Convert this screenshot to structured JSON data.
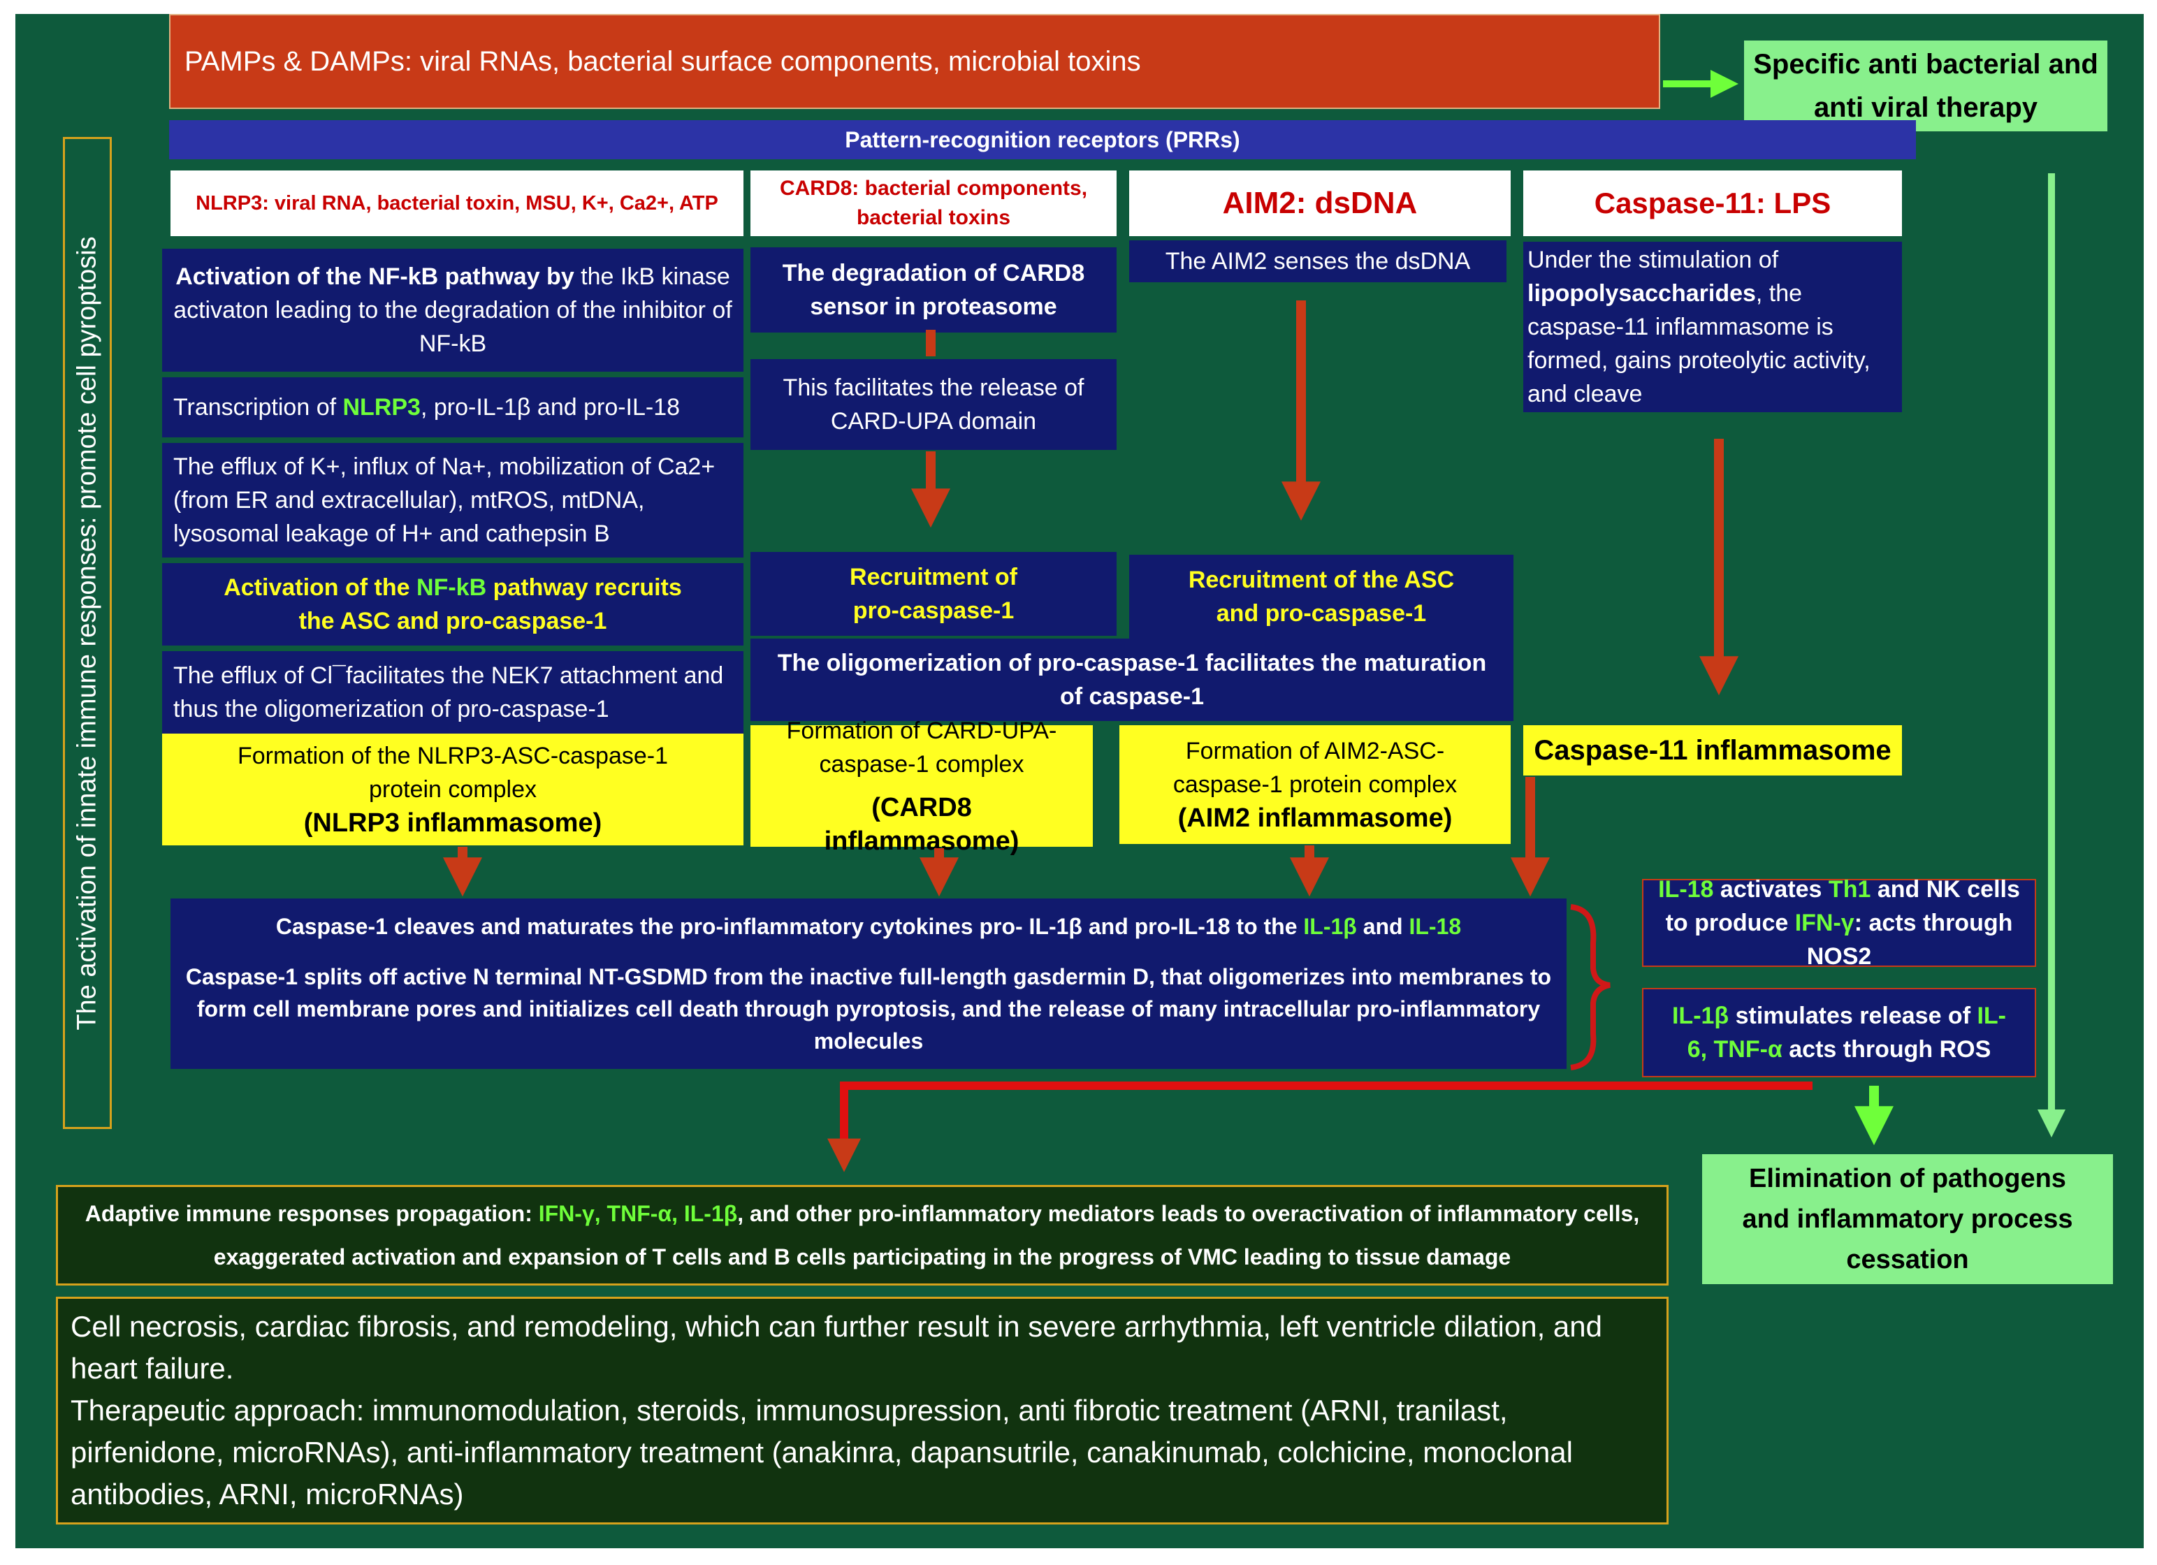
{
  "top_banner": "PAMPs & DAMPs: viral RNAs, bacterial surface components, microbial toxins",
  "therapy_box": {
    "line1": "Specific anti bacterial and",
    "line2": "anti viral therapy"
  },
  "prr_bar": "Pattern-recognition receptors (PRRs)",
  "side_label": "The activation of innate immune responses: promote cell pyroptosis",
  "nlrp3": {
    "header": "NLRP3: viral RNA, bacterial toxin, MSU, K+, Ca2+, ATP",
    "step1_bold": "Activation of the NF-kB pathway by",
    "step1_rest": " the IkB kinase activaton leading to the degradation of the inhibitor of NF-kB",
    "step2_pre": "Transcription of ",
    "step2_green": "NLRP3",
    "step2_post": ", pro-IL-1β and pro-IL-18",
    "step3": "The efflux of K+, influx of Na+, mobilization of Ca2+ (from ER and extracellular), mtROS, mtDNA, lysosomal leakage of H+ and cathepsin B",
    "step4_pre": "Activation of the ",
    "step4_green": "NF-kB",
    "step4_post": " pathway recruits the ASC and pro-caspase-1",
    "step5": "The efflux of Cl¯facilitates the NEK7 attachment and thus the oligomerization of pro-caspase-1",
    "result_line": "Formation of the NLRP3-ASC-caspase-1 protein complex",
    "result_name": "(NLRP3 inflammasome)"
  },
  "card8": {
    "header": "CARD8: bacterial components, bacterial toxins",
    "step1": "The degradation of CARD8 sensor in proteasome",
    "step2": "This facilitates the release of CARD-UPA domain",
    "step3": "Recruitment of pro-caspase-1",
    "result_line": "Formation of CARD-UPA-caspase-1 complex",
    "result_name": "(CARD8 inflammasome)"
  },
  "aim2": {
    "header": "AIM2: dsDNA",
    "step1": "The AIM2 senses the dsDNA",
    "step2": "Recruitment of the ASC and pro-caspase-1",
    "result_line": "Formation of AIM2-ASC-caspase-1 protein complex",
    "result_name": "(AIM2 inflammasome)"
  },
  "oligomerization": "The oligomerization of pro-caspase-1 facilitates the maturation of caspase-1",
  "caspase11": {
    "header": "Caspase-11: LPS",
    "step1_pre": "Under the stimulation of ",
    "step1_bold": "lipopolysaccharides",
    "step1_post": ", the caspase-11 inflammasome is formed, gains proteolytic activity, and cleave",
    "result": "Caspase-11 inflammasome"
  },
  "caspase1_box": {
    "para1_pre": "Caspase-1 cleaves and maturates the pro-inflammatory cytokines pro- IL-1β and pro-IL-18 to the ",
    "para1_g1": "IL-1β",
    "para1_and": " and ",
    "para1_g2": "IL-18",
    "para2": "Caspase-1 splits off active N terminal NT-GSDMD from the inactive full-length gasdermin D, that oligomerizes into membranes to form cell membrane pores and initializes cell death through pyroptosis, and the release of many intracellular pro-inflammatory molecules"
  },
  "il18_box": {
    "g1": "IL-18",
    "t1": " activates ",
    "g2": "Th1",
    "t2": " and NK cells to produce ",
    "g3": "IFN-γ",
    "t3": ": acts through NOS2"
  },
  "il1b_box": {
    "g1": "IL-1β",
    "t1": " stimulates release of ",
    "g2": "IL-6, TNF-α",
    "t2": " acts through ROS"
  },
  "elimination": "Elimination of pathogens and inflammatory process cessation",
  "adaptive": {
    "pre": "Adaptive immune responses propagation: ",
    "green": "IFN-γ, TNF-α, IL-1β",
    "post": ", and other pro-inflammatory mediators leads to overactivation of inflammatory cells, exaggerated activation and expansion of T cells and B cells participating in the progress of VMC leading to tissue damage"
  },
  "consequences": {
    "line1": "Cell necrosis, cardiac fibrosis, and remodeling, which can further result in severe arrhythmia, left ventricle dilation, and heart failure.",
    "line2": "Therapeutic approach:  immunomodulation, steroids, immunosupression, anti fibrotic treatment (ARNI, tranilast, pirfenidone, microRNAs), anti-inflammatory treatment (anakinra, dapansutrile, canakinumab, colchicine, monoclonal antibodies, ARNI, microRNAs)"
  },
  "colors": {
    "background": "#0e5a3c",
    "navy": "#111a6e",
    "yellow": "#ffff21",
    "red_arrow": "#c83a17",
    "light_green": "#88f08c",
    "accent_green": "#6fff3a"
  }
}
